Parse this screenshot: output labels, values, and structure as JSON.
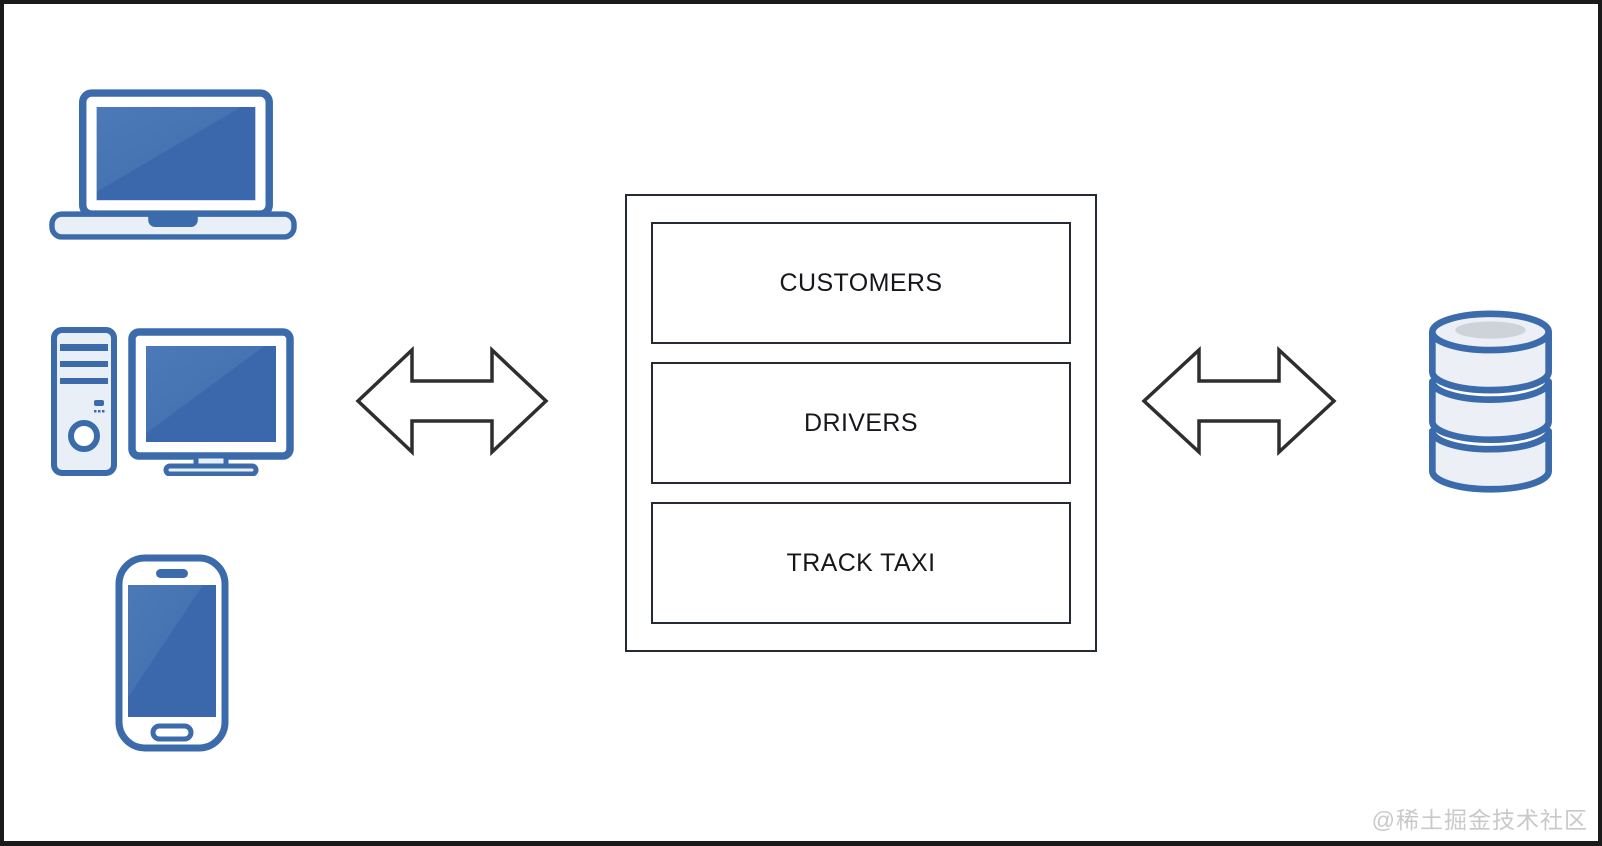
{
  "diagram": {
    "title_visible": false,
    "modules": [
      {
        "label": "CUSTOMERS"
      },
      {
        "label": "DRIVERS"
      },
      {
        "label": "TRACK TAXI"
      }
    ],
    "client_icons": [
      {
        "name": "laptop-icon"
      },
      {
        "name": "desktop-computer-icon"
      },
      {
        "name": "smartphone-icon"
      }
    ],
    "storage_icon": {
      "name": "database-icon"
    },
    "connectors": [
      {
        "name": "left-double-arrow-icon",
        "direction": "bidirectional"
      },
      {
        "name": "right-double-arrow-icon",
        "direction": "bidirectional"
      }
    ]
  },
  "watermark": {
    "text": "@稀土掘金技术社区"
  },
  "colors": {
    "icon_stroke_blue": "#3c6bac",
    "screen_blue_dark": "#3b68ac",
    "screen_blue_light": "#4c79b7",
    "icon_fill_light": "#e9eff7",
    "db_fill": "#ecf0f6",
    "db_top_inner": "#cdd3d9",
    "arrow_outline": "#2e2e2e",
    "box_border": "#262a33",
    "module_text": "#15171a",
    "watermark_gray": "#c9c9c9",
    "frame_black": "#1a1a1a",
    "background": "#ffffff"
  }
}
